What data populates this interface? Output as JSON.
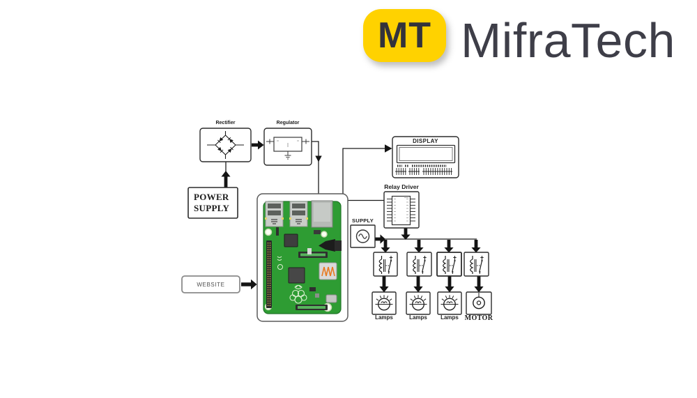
{
  "brand": {
    "logo_text": "MT",
    "name": "MifraTech",
    "logo_bg": "#FFD200",
    "logo_text_color": "#33333B",
    "name_color": "#3E3E48"
  },
  "diagram": {
    "blocks": {
      "rectifier": {
        "label": "Rectifier"
      },
      "regulator": {
        "label": "Regulator"
      },
      "power_supply": {
        "label": "POWER SUPPLY"
      },
      "website": {
        "label": "WEBSITE"
      },
      "display": {
        "label": "DISPLAY"
      },
      "relay_driver": {
        "label": "Relay Driver"
      },
      "supply": {
        "label": "SUPPLY"
      },
      "loads": [
        {
          "label": "Lamps"
        },
        {
          "label": "Lamps"
        },
        {
          "label": "Lamps"
        },
        {
          "label": "MOTOR"
        }
      ]
    },
    "icons": {
      "bridge_rectifier_icon": "four-diode bridge in diamond layout",
      "voltage_regulator_icon": "regulator block with in/out leads and ground",
      "lcd_display_icon": "LCD module with screen and pin header",
      "driver_ic_icon": "DIP relay-driver IC with side pins",
      "ac_source_icon": "sine wave inside circle",
      "relay_icon": "relay coil with switch contact",
      "lamp_icon": "bulb circle with filament and rays",
      "motor_icon": "concentric circles motor symbol",
      "raspberry_pi_board_icon": "green Raspberry Pi board with USB, LAN, GPIO"
    },
    "colors": {
      "line": "#1C1C1C",
      "box_border": "#2B2B2B",
      "pi_green": "#2E9C33",
      "hdmi_orange": "#E8791E",
      "port_silver": "#C9CDC9"
    }
  }
}
